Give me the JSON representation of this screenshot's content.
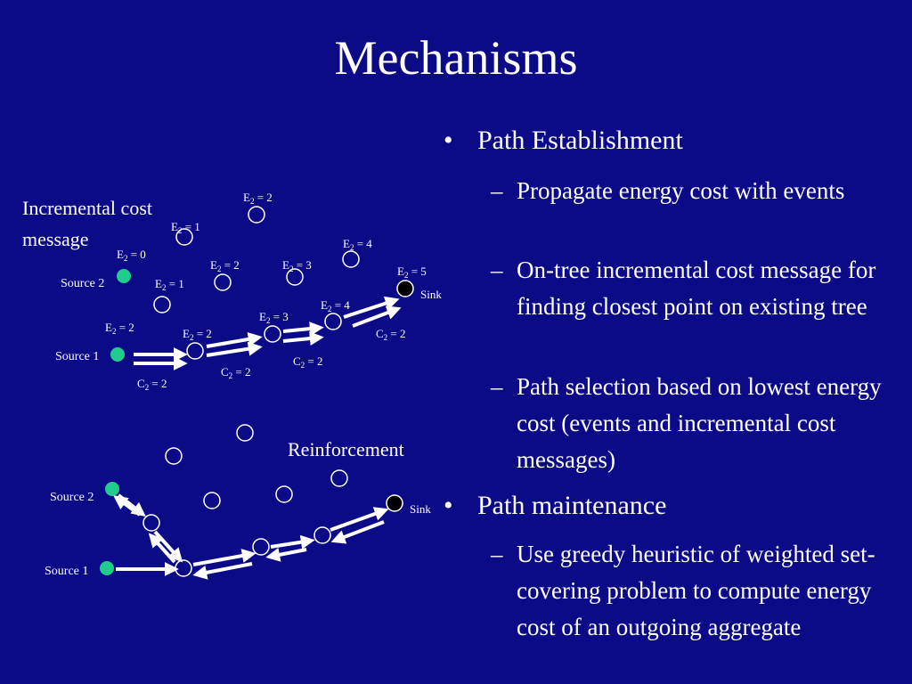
{
  "slide": {
    "title": "Mechanisms"
  },
  "bullets": {
    "path_establishment": {
      "label": "Path Establishment",
      "sub": [
        "Propagate energy cost with events",
        "On-tree incremental cost message for finding closest point on existing tree",
        "Path selection based on lowest energy cost (events and incremental cost messages)"
      ]
    },
    "path_maintenance": {
      "label": "Path maintenance",
      "sub": [
        "Use greedy heuristic of weighted set-covering problem to compute energy cost of an outgoing aggregate"
      ]
    }
  },
  "diagram_top": {
    "caption_line1": "Incremental cost",
    "caption_line2": "message",
    "source1": "Source 1",
    "source2": "Source 2",
    "sink": "Sink",
    "energy_labels": [
      {
        "base": "E",
        "sub": "2",
        "value": " = 2"
      },
      {
        "base": "E",
        "sub": "2",
        "value": " = 1"
      },
      {
        "base": "E",
        "sub": "2",
        "value": " = 0"
      },
      {
        "base": "E",
        "sub": "2",
        "value": " = 4"
      },
      {
        "base": "E",
        "sub": "2",
        "value": " = 2"
      },
      {
        "base": "E",
        "sub": "2",
        "value": " = 3"
      },
      {
        "base": "E",
        "sub": "2",
        "value": " = 5"
      },
      {
        "base": "E",
        "sub": "2",
        "value": " = 1"
      },
      {
        "base": "E",
        "sub": "2",
        "value": " = 4"
      },
      {
        "base": "E",
        "sub": "2",
        "value": " = 3"
      },
      {
        "base": "E",
        "sub": "2",
        "value": " = 2"
      },
      {
        "base": "E",
        "sub": "2",
        "value": " = 2"
      }
    ],
    "cost_labels": [
      {
        "base": "C",
        "sub": "2",
        "value": " = 2"
      },
      {
        "base": "C",
        "sub": "2",
        "value": " = 2"
      },
      {
        "base": "C",
        "sub": "2",
        "value": " = 2"
      },
      {
        "base": "C",
        "sub": "2",
        "value": " = 2"
      }
    ]
  },
  "diagram_bottom": {
    "caption": "Reinforcement",
    "source1": "Source 1",
    "source2": "Source 2",
    "sink": "Sink"
  },
  "colors": {
    "background": "#0b0b88",
    "source_node": "#1fcc8c",
    "sink_node": "#000000",
    "text": "#ffffff"
  }
}
